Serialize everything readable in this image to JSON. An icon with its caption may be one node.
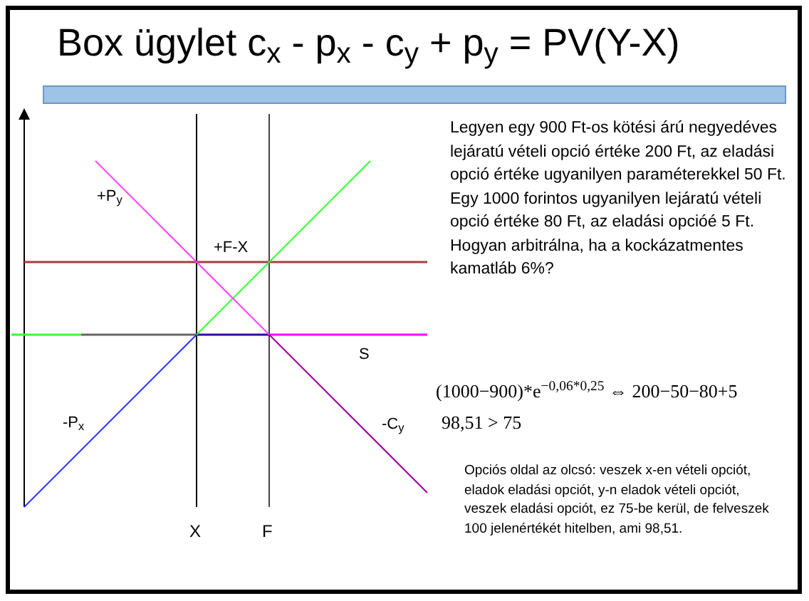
{
  "diagram": {
    "title": "Box ügylet c$_{x}$ - p$_{x}$ - c$_{y}$ + p$_{y}$ = PV(Y-X)",
    "labels": [
      "Legyen egy 900 Ft-os kötési árú negyedéves lejáratú vételi opció értéke 200 Ft, az eladási opció értéke ugyanilyen paraméterekkel 50 Ft.  Egy 1000 forintos ugyanilyen lejáratú vételi opció értéke 80 Ft, az eladási opcióé 5 Ft. Hogyan arbitrálna, ha a kockázatmentes kamatláb 6%?",
      "+P$_{y}$",
      "+F-X",
      "S",
      "(1000−900)*e$^{−0,06*0,25}$ ⇔ 200−50−80+5",
      "-P$_{x}$",
      "-C$_{y}$",
      "98,51 > 75",
      "Opciós oldal az olcsó: veszek x-en vételi opciót, eladok eladási opciót, y-n eladok vételi opciót, veszek eladási opciót, ez 75-be kerül, de felveszek 100 jelenértékét hitelben, ami 98,51.",
      "X",
      "F"
    ]
  }
}
